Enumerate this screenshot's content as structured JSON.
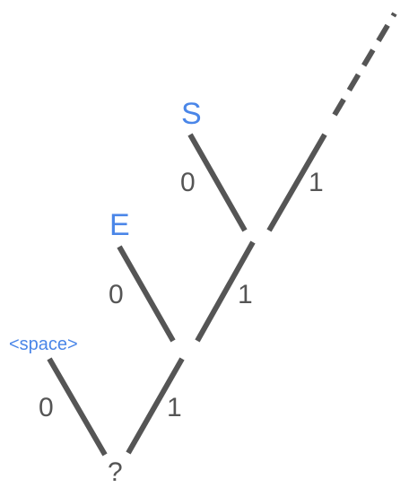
{
  "colors": {
    "edge": "#555555",
    "leaf_text": "#4a86e8",
    "edge_label_text": "#555555"
  },
  "tree": {
    "root_label": "?",
    "leaves": {
      "space": "<space>",
      "e": "E",
      "s": "S"
    },
    "edge_labels": {
      "space_branch": "0",
      "level1_branch": "1",
      "e_branch": "0",
      "level2_branch": "1",
      "s_branch": "0",
      "level3_branch": "1"
    }
  }
}
